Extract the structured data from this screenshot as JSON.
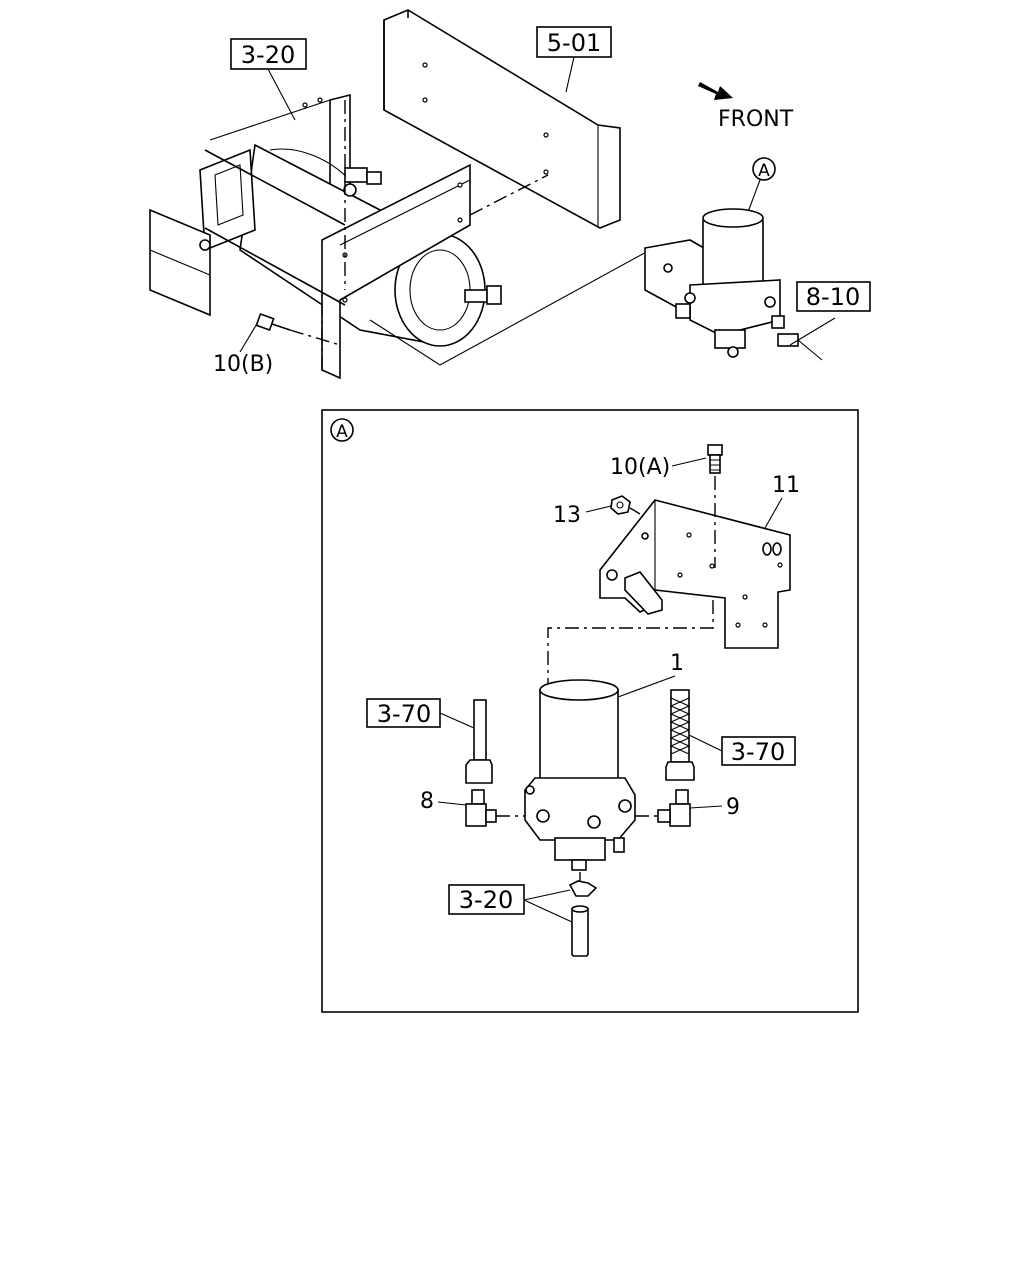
{
  "labels": {
    "ref_3_20_top": "3-20",
    "ref_5_01": "5-01",
    "front": "FRONT",
    "callout_a_top": "A",
    "ref_8_10": "8-10",
    "part_10b": "10(B)",
    "callout_a_detail": "A",
    "part_10a": "10(A)",
    "part_13": "13",
    "part_11": "11",
    "part_1": "1",
    "ref_3_70_left": "3-70",
    "ref_3_70_right": "3-70",
    "part_8": "8",
    "part_9": "9",
    "ref_3_20_bottom": "3-20"
  },
  "icons": {
    "front_arrow": "arrow-icon"
  }
}
